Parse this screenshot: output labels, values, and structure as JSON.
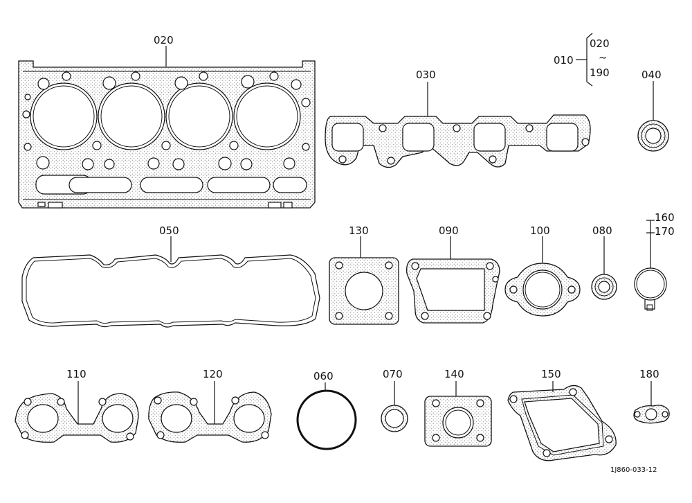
{
  "labels": {
    "p010": "010",
    "p020": "020",
    "p020b": "020",
    "tilde": "~",
    "p190": "190",
    "p030": "030",
    "p040": "040",
    "p050": "050",
    "p130": "130",
    "p090": "090",
    "p100": "100",
    "p080": "080",
    "p160": "160",
    "p170": "170",
    "p110": "110",
    "p120": "120",
    "p060": "060",
    "p070": "070",
    "p140": "140",
    "p150": "150",
    "p180": "180"
  },
  "drawing_ref": "1J860-033-12"
}
